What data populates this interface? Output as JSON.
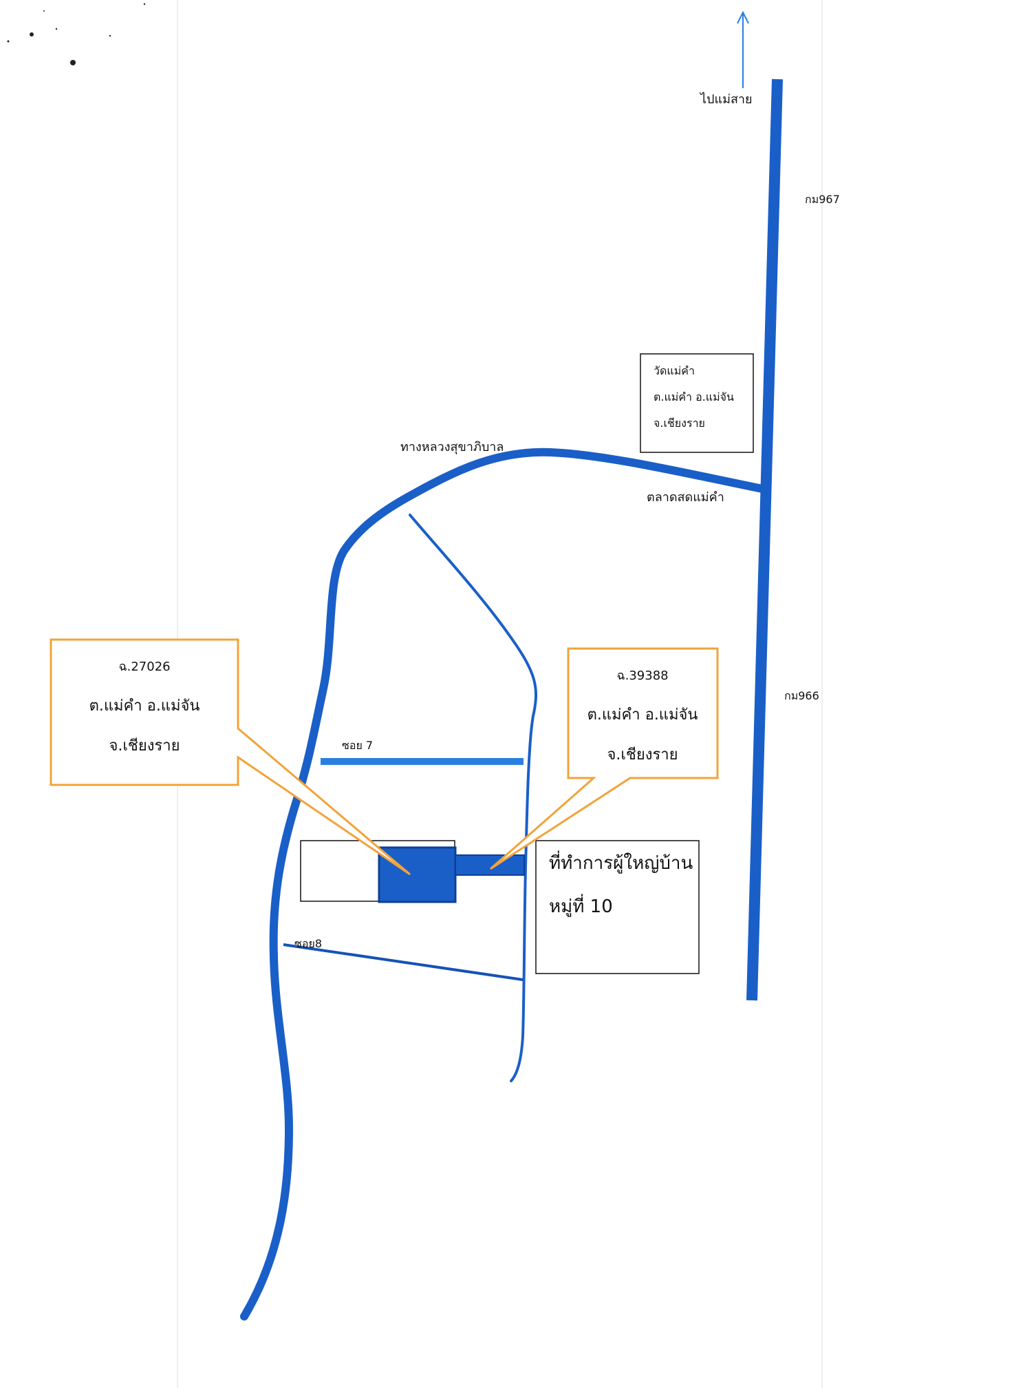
{
  "map": {
    "direction_label": "ไปแม่สาย",
    "highway_north_label": "กม967",
    "highway_south_label": "กม966",
    "temple": {
      "line1": "วัดแม่คำ",
      "line2": "ต.แม่คำ   อ.แม่จัน",
      "line3": "จ.เชียงราย"
    },
    "sanitation_road_label": "ทางหลวงสุขาภิบาล",
    "market_label": "ตลาดสดแม่คำ",
    "soi7_label": "ซอย 7",
    "soi8_label": "ซอย8",
    "callout_left": {
      "deed": "ฉ.27026",
      "location": "ต.แม่คำ อ.แม่จัน",
      "province": "จ.เชียงราย"
    },
    "callout_right": {
      "deed": "ฉ.39388",
      "location": "ต.แม่คำ อ.แม่จัน",
      "province": "จ.เชียงราย"
    },
    "office": {
      "line1": "ที่ทำการผู้ใหญ่บ้าน",
      "line2": "หมู่ที่ 10"
    },
    "colors": {
      "road": "#1a5fc8",
      "road_dark": "#1552b5",
      "callout_border": "#f2a33a",
      "arrow": "#2a7fe0"
    }
  }
}
